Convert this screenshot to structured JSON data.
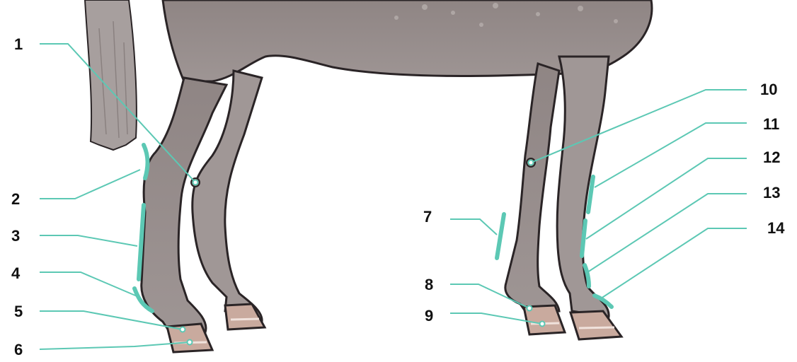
{
  "diagram": {
    "accent_color": "#5cc8b4",
    "body_color": "#8f8584",
    "hoof_color": "#c9aa9e",
    "outline_color": "#2a2426",
    "labels": [
      "1",
      "2",
      "3",
      "4",
      "5",
      "6",
      "7",
      "8",
      "9",
      "10",
      "11",
      "12",
      "13",
      "14"
    ]
  }
}
